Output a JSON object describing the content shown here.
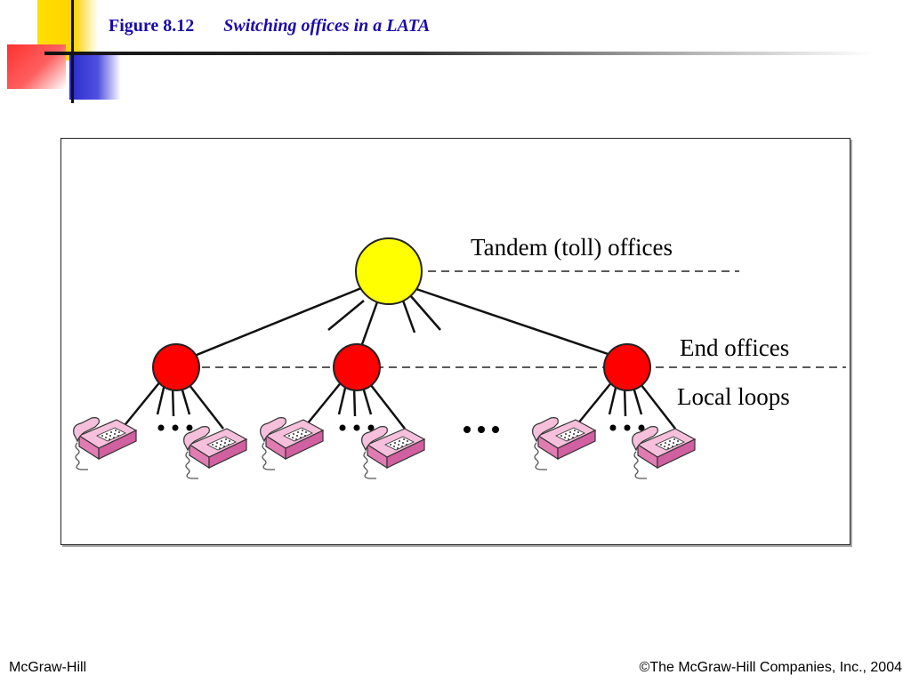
{
  "title": {
    "figure_number": "Figure 8.12",
    "caption": "Switching offices in a LATA"
  },
  "diagram": {
    "labels": {
      "tandem": "Tandem (toll) offices",
      "end_offices": "End offices",
      "local_loops": "Local loops"
    },
    "colors": {
      "tandem_node": "#ffff00",
      "end_node": "#ff0000",
      "phone": "#f4a8d4"
    }
  },
  "footer": {
    "publisher": "McGraw-Hill",
    "copyright": "©The McGraw-Hill Companies, Inc., 2004"
  }
}
